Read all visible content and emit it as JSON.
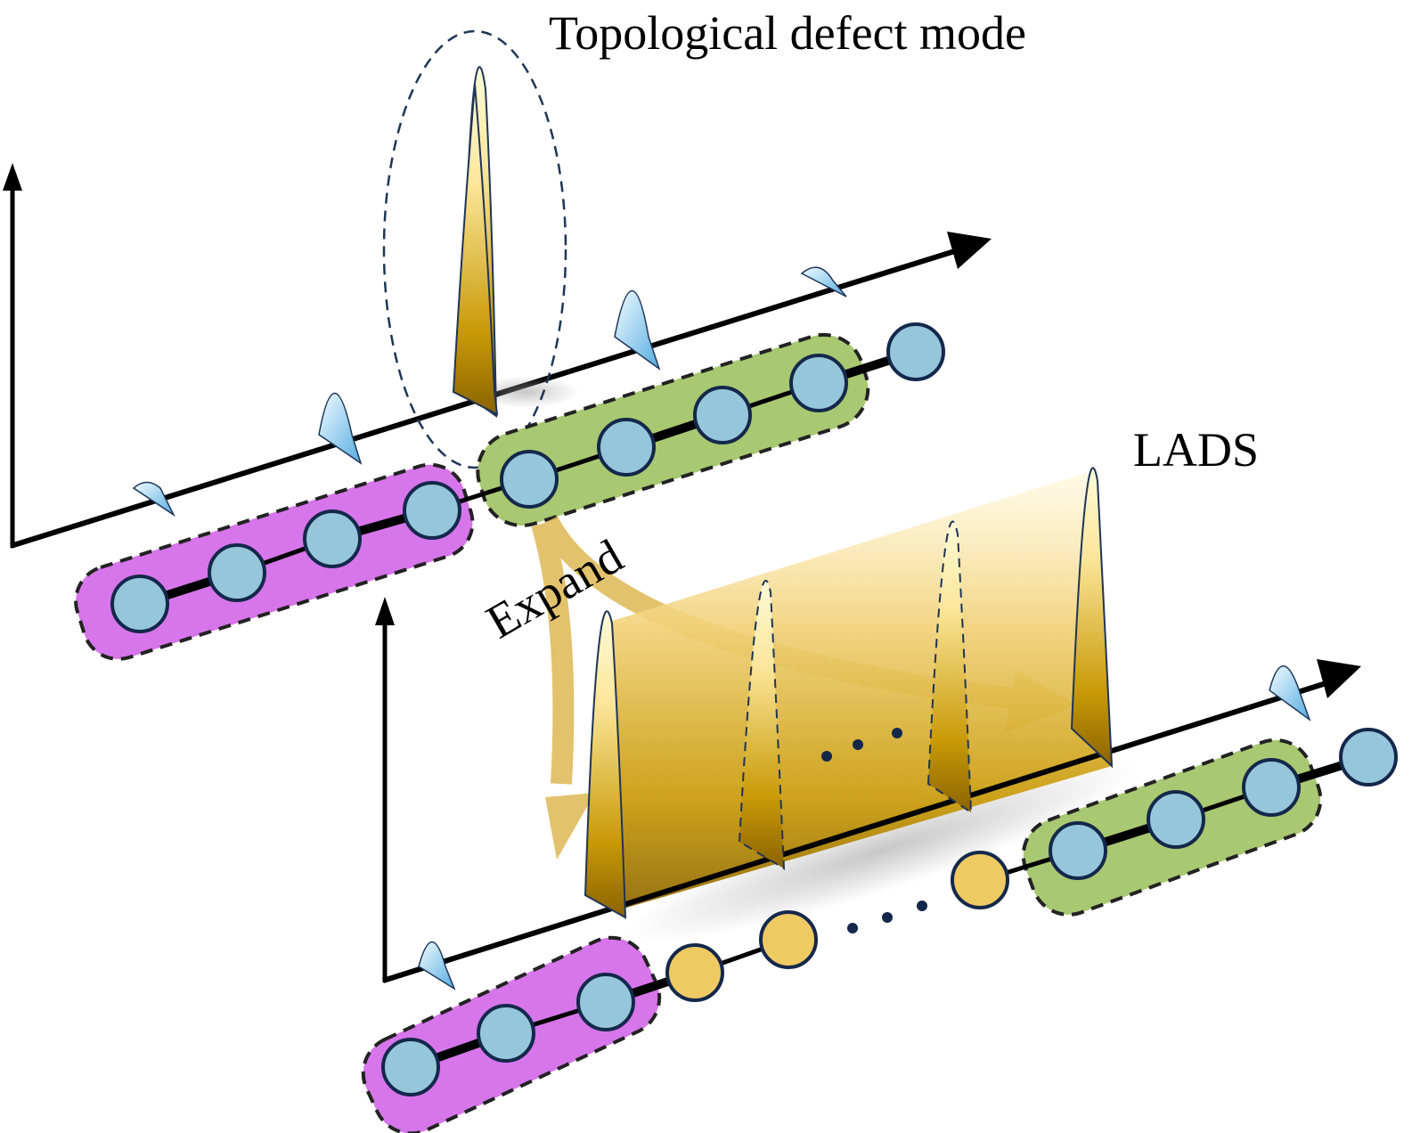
{
  "labels": {
    "topological_defect_mode": "Topological defect mode",
    "lads": "LADS",
    "expand": "Expand"
  },
  "colors": {
    "background": "#ffffff",
    "axis": "#000000",
    "site_fill_blue": "#96c6da",
    "site_fill_yellow": "#efca63",
    "site_stroke": "#14284b",
    "group_magenta": "#d676ea",
    "group_green": "#a8c872",
    "group_border": "#222222",
    "defect_mode_light": "#fff2a8",
    "defect_mode_dark": "#8a6300",
    "defect_mode_mid": "#c99a08",
    "bulk_peak_light": "#e8f6fc",
    "bulk_peak_dark": "#5bb2dc",
    "expand_arrow": "#d9ae3c",
    "ellipse_dash": "#1f3556"
  },
  "top_panel": {
    "description": "SSH-like chain with a single topological defect mode at the domain wall",
    "left_domain": {
      "color_key": "group_magenta",
      "sites": 4
    },
    "right_domain": {
      "color_key": "group_green",
      "sites": 4
    },
    "extra_site_right": 1,
    "defect_peak_count": 1,
    "bulk_peak_count": 4
  },
  "bottom_panel": {
    "description": "Expanded chain with large-area defect states (LADS)",
    "left_domain": {
      "color_key": "group_magenta",
      "sites": 3
    },
    "defect_region_sites_visible": 3,
    "right_domain": {
      "color_key": "group_green",
      "sites": 3
    },
    "extra_site_right": 1,
    "lads_peak_count_visible": 4,
    "ellipsis": "..."
  }
}
